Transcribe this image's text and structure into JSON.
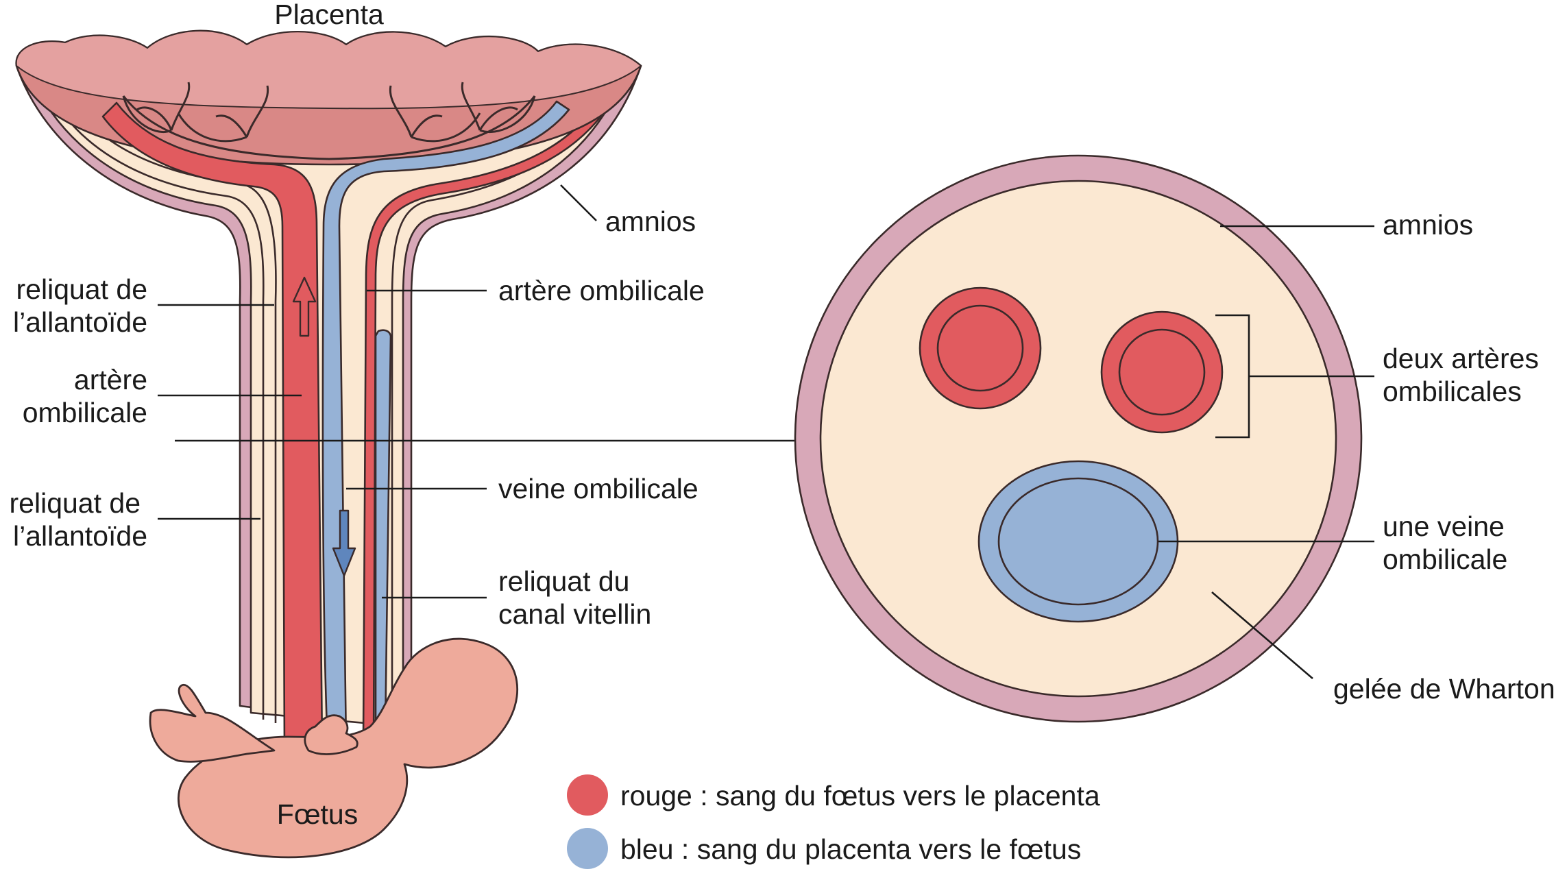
{
  "longitudinal_view": {
    "placenta_label": "Placenta",
    "amnios_label": "amnios",
    "left_labels": {
      "allantoide_upper": [
        "reliquat de",
        "l’allantoïde"
      ],
      "artere": [
        "artère",
        "ombilicale"
      ],
      "allantoide_lower": [
        "reliquat de",
        "l’allantoïde"
      ]
    },
    "right_labels": {
      "artere": "artère ombilicale",
      "veine": "veine ombilicale",
      "canal_vitellin": [
        "reliquat du",
        "canal vitellin"
      ]
    },
    "foetus_label": "Fœtus"
  },
  "cross_section": {
    "amnios_label": "amnios",
    "arteres_label": [
      "deux artères",
      "ombilicales"
    ],
    "veine_label": [
      "une veine",
      "ombilicale"
    ],
    "wharton_label": "gelée de Wharton"
  },
  "legend": [
    {
      "color": "#e15b5f",
      "text": "rouge : sang du fœtus vers le placenta"
    },
    {
      "color": "#96b2d6",
      "text": "bleu : sang du placenta vers le fœtus"
    }
  ],
  "colors": {
    "placenta": "#d98886",
    "amnios": "#d8a8b8",
    "wharton_jelly": "#fbe8d2",
    "artery_red": "#e15b5f",
    "vein_blue": "#96b2d6",
    "foetus_skin": "#eeaa9b",
    "outline": "#3a2a2a"
  }
}
